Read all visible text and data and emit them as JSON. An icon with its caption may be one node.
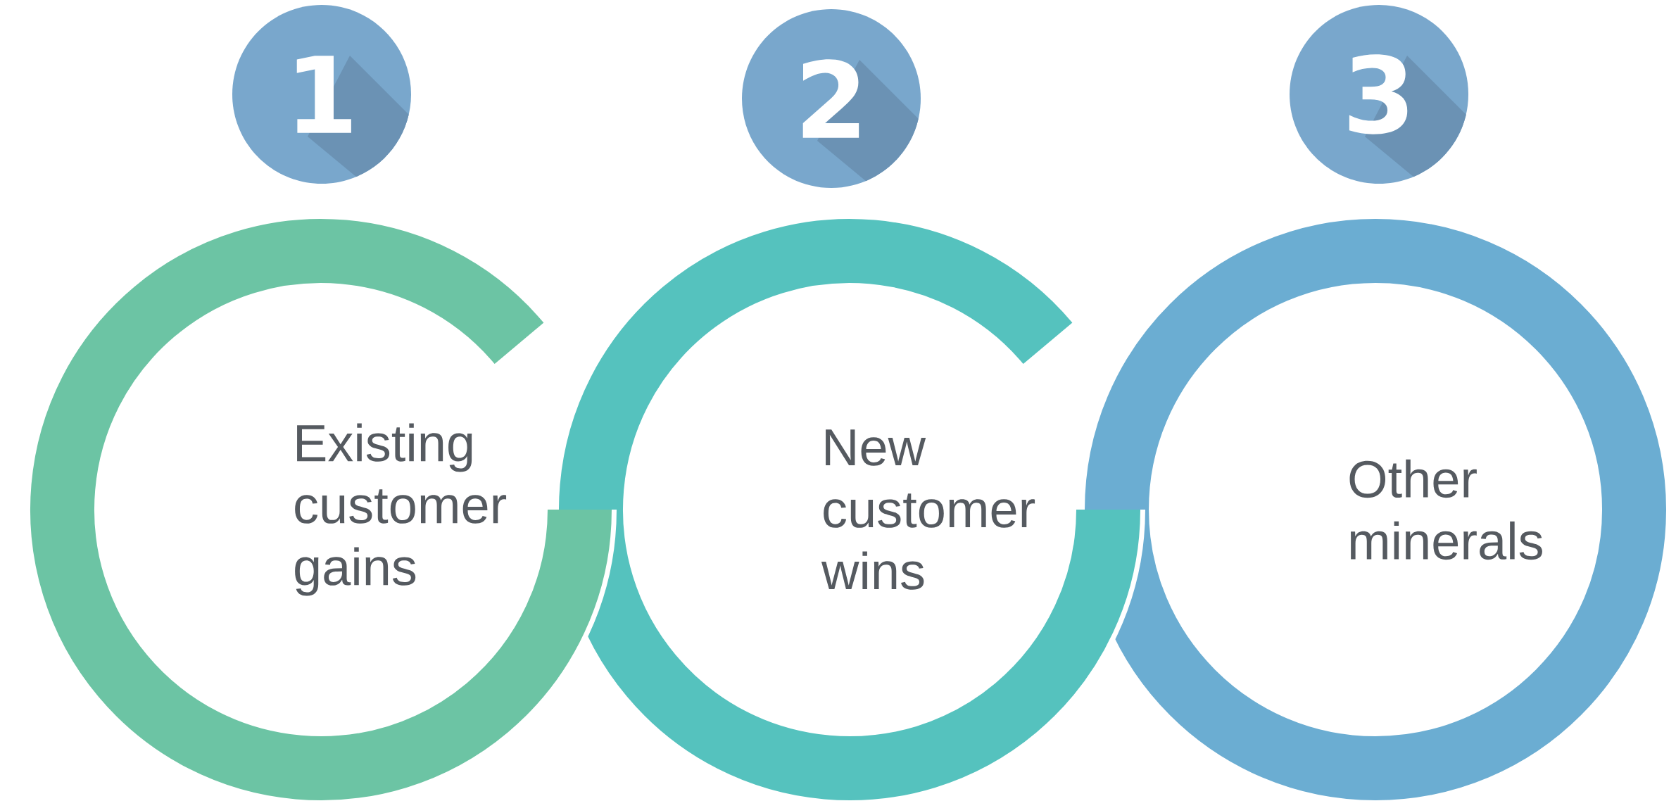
{
  "diagram": {
    "nodes": [
      {
        "text": [
          "1"
        ]
      },
      {
        "text": [
          "2"
        ]
      },
      {
        "text": [
          "3"
        ]
      },
      {
        "text": [
          "Existing customer gains"
        ]
      },
      {
        "text": [
          "New customer wins"
        ]
      },
      {
        "text": [
          "Other minerals"
        ]
      }
    ]
  }
}
